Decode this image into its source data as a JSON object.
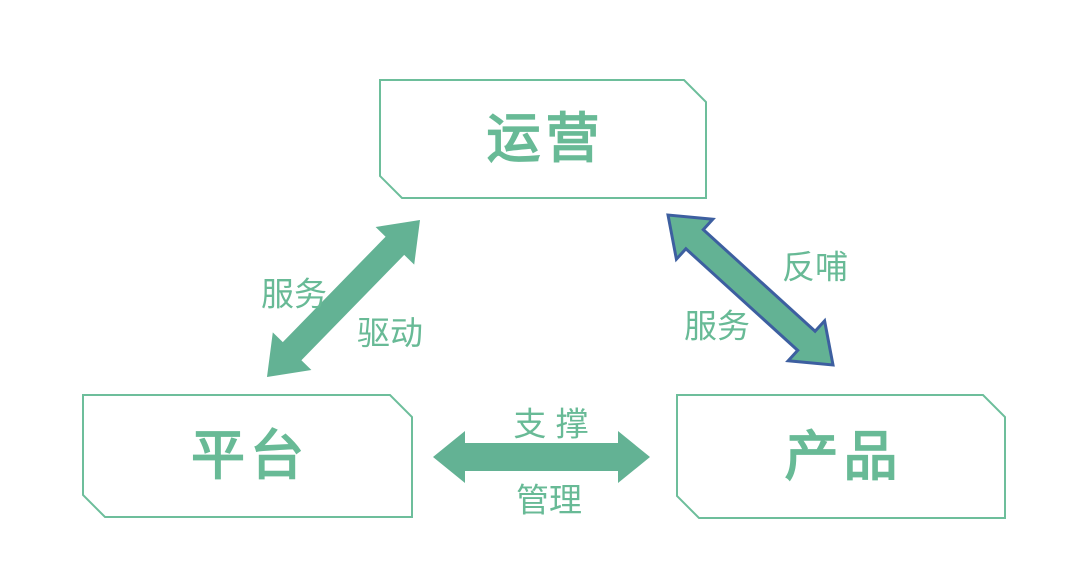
{
  "nodes": {
    "operations": "运营",
    "platform": "平台",
    "product": "产品"
  },
  "edge_labels": {
    "platform_operations_upper": "服务",
    "platform_operations_lower": "驱动",
    "operations_product_upper": "反哺",
    "operations_product_lower": "服务",
    "platform_product_upper": "支 撑",
    "platform_product_lower": "管理"
  },
  "colors": {
    "arrow_green": "#63b294",
    "box_border_green": "#6dbe9b",
    "text_green": "#68ba96",
    "arrow_blue_outline": "#3d5fa0",
    "box_fill": "#ffffff",
    "background": "#ffffff"
  }
}
